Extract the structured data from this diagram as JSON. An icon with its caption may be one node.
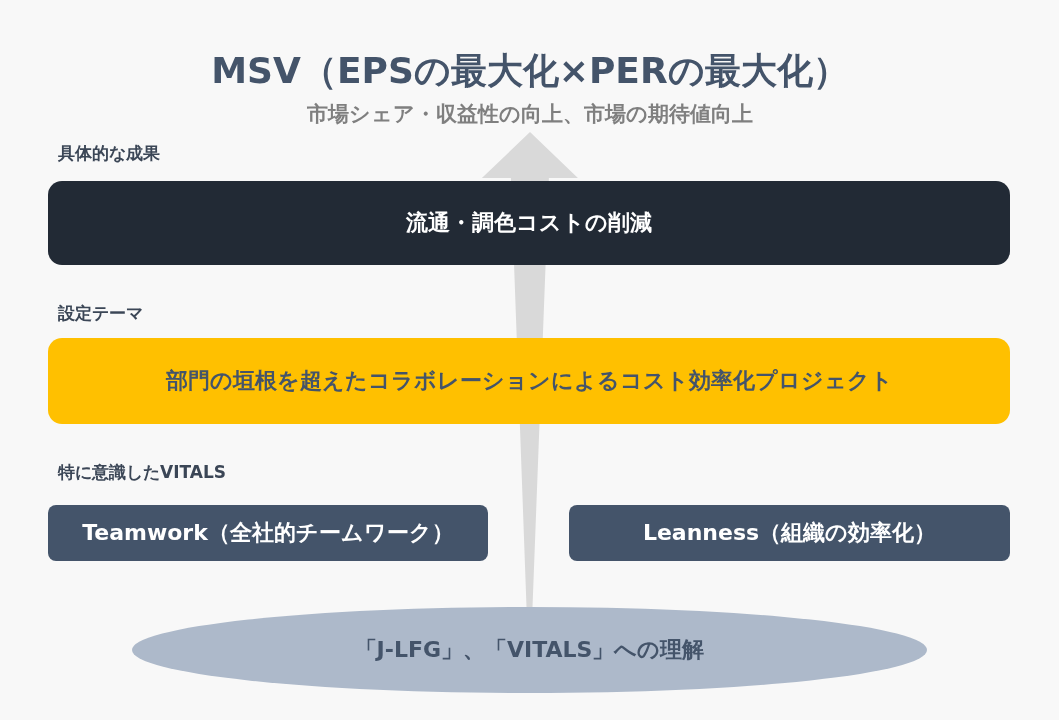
{
  "diagram": {
    "nodes": [
      {
        "text": [
          "MSV（EPSの最大化×PERの最大化）",
          "市場シェア・収益性の向上、市場の期待値向上"
        ]
      },
      {
        "text": [
          "流通・調色コストの削減"
        ]
      },
      {
        "text": [
          "部門の垣根を超えたコラボレーションによるコスト効率化プロジェクト"
        ]
      },
      {
        "text": [
          "Teamwork（全社的チームワーク）"
        ]
      },
      {
        "text": [
          "Leanness（組織の効率化）"
        ]
      },
      {
        "text": [
          "「J-LFG」、「VITALS」への理解"
        ]
      }
    ],
    "edges": [
      {
        "from": 5,
        "to": 0,
        "arrow": "to"
      }
    ],
    "labels": [
      "具体的な成果",
      "設定テーマ",
      "特に意識したVITALS"
    ]
  }
}
